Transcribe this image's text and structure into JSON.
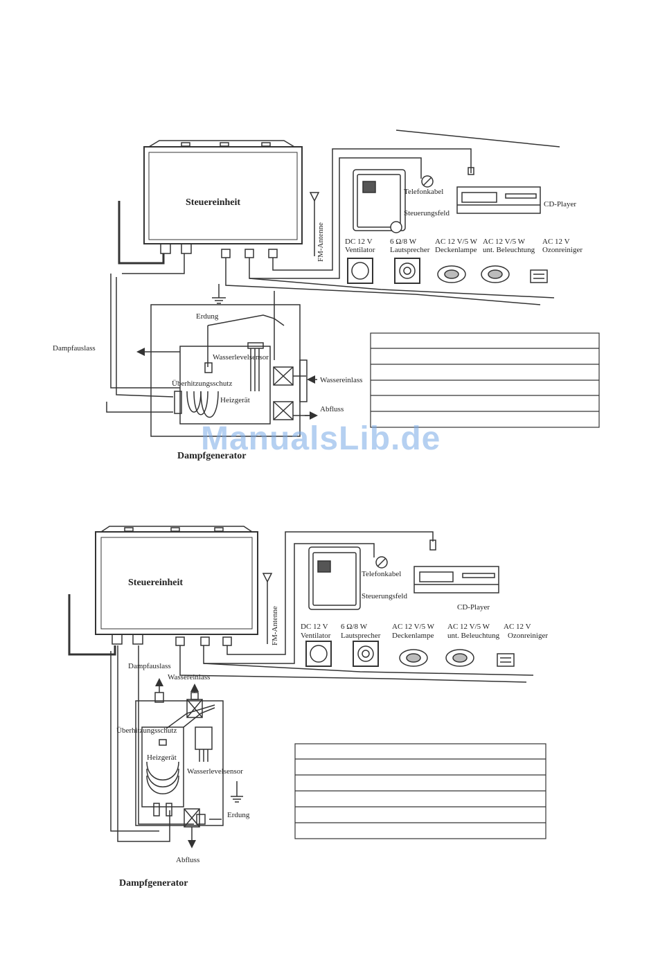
{
  "colors": {
    "line": "#333333",
    "watermark": "#78aae6"
  },
  "watermark": "ManualsLib.de",
  "diagram1": {
    "control_unit": "Steuereinheit",
    "fm_antenna": "FM-Antenne",
    "phone_cable": "Telefonkabel",
    "control_panel": "Steuerungsfeld",
    "cd_player": "CD-Player",
    "fan_spec": "DC 12 V",
    "fan": "Ventilator",
    "speaker_spec": "6 Ω/8 W",
    "speaker": "Lautsprecher",
    "ceiling_spec": "AC 12 V/5 W",
    "ceiling": "Deckenlampe",
    "under_spec": "AC 12 V/5 W",
    "under": "unt. Beleuchtung",
    "ozone_spec": "AC 12 V",
    "ozone": "Ozonreiniger",
    "ground": "Erdung",
    "steam_outlet": "Dampfauslass",
    "water_sensor": "Wasserlevelsensor",
    "overheat": "Überhitzungsschutz",
    "heater": "Heizgerät",
    "water_inlet": "Wassereinlass",
    "drain": "Abfluss",
    "steam_generator": "Dampfgenerator"
  },
  "diagram2": {
    "control_unit": "Steuereinheit",
    "fm_antenna": "FM-Antenne",
    "phone_cable": "Telefonkabel",
    "control_panel": "Steuerungsfeld",
    "cd_player": "CD-Player",
    "fan_spec": "DC 12 V",
    "fan": "Ventilator",
    "speaker_spec": "6 Ω/8 W",
    "speaker": "Lautsprecher",
    "ceiling_spec": "AC 12 V/5 W",
    "ceiling": "Deckenlampe",
    "under_spec": "AC 12 V/5 W",
    "under": "unt. Beleuchtung",
    "ozone_spec": "AC 12 V",
    "ozone": "Ozonreiniger",
    "steam_outlet": "Dampfauslass",
    "water_inlet": "Wassereinlass",
    "overheat": "Überhitzungsschutz",
    "heater": "Heizgerät",
    "water_sensor": "Wasserlevelsensor",
    "ground": "Erdung",
    "drain": "Abfluss",
    "steam_generator": "Dampfgenerator"
  }
}
